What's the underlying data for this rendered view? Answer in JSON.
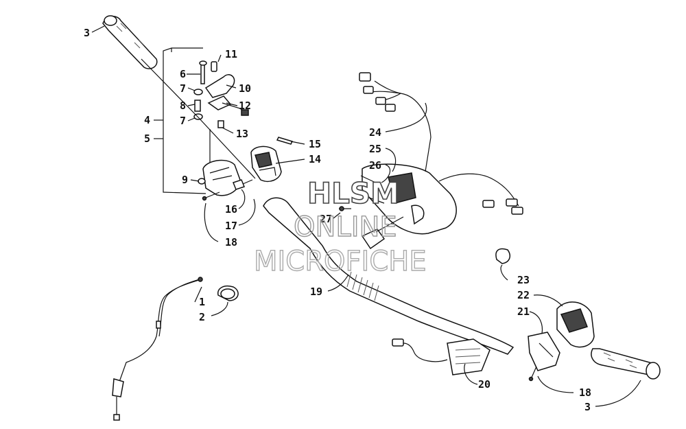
{
  "watermark": {
    "line1": "HLSM",
    "line2": "ONLINE",
    "line3": "MICROFICHE"
  },
  "callouts": [
    {
      "key": "c3a",
      "label": "3"
    },
    {
      "key": "c11",
      "label": "11"
    },
    {
      "key": "c6",
      "label": "6"
    },
    {
      "key": "c10",
      "label": "10"
    },
    {
      "key": "c7a",
      "label": "7"
    },
    {
      "key": "c8",
      "label": "8"
    },
    {
      "key": "c12",
      "label": "12"
    },
    {
      "key": "c4",
      "label": "4"
    },
    {
      "key": "c7b",
      "label": "7"
    },
    {
      "key": "c13",
      "label": "13"
    },
    {
      "key": "c5",
      "label": "5"
    },
    {
      "key": "c15",
      "label": "15"
    },
    {
      "key": "c14",
      "label": "14"
    },
    {
      "key": "c9",
      "label": "9"
    },
    {
      "key": "c16",
      "label": "16"
    },
    {
      "key": "c17",
      "label": "17"
    },
    {
      "key": "c18a",
      "label": "18"
    },
    {
      "key": "c24",
      "label": "24"
    },
    {
      "key": "c25",
      "label": "25"
    },
    {
      "key": "c26",
      "label": "26"
    },
    {
      "key": "c27",
      "label": "27"
    },
    {
      "key": "c19",
      "label": "19"
    },
    {
      "key": "c1",
      "label": "1"
    },
    {
      "key": "c2",
      "label": "2"
    },
    {
      "key": "c23",
      "label": "23"
    },
    {
      "key": "c22",
      "label": "22"
    },
    {
      "key": "c21",
      "label": "21"
    },
    {
      "key": "c20",
      "label": "20"
    },
    {
      "key": "c18b",
      "label": "18"
    },
    {
      "key": "c3b",
      "label": "3"
    }
  ]
}
